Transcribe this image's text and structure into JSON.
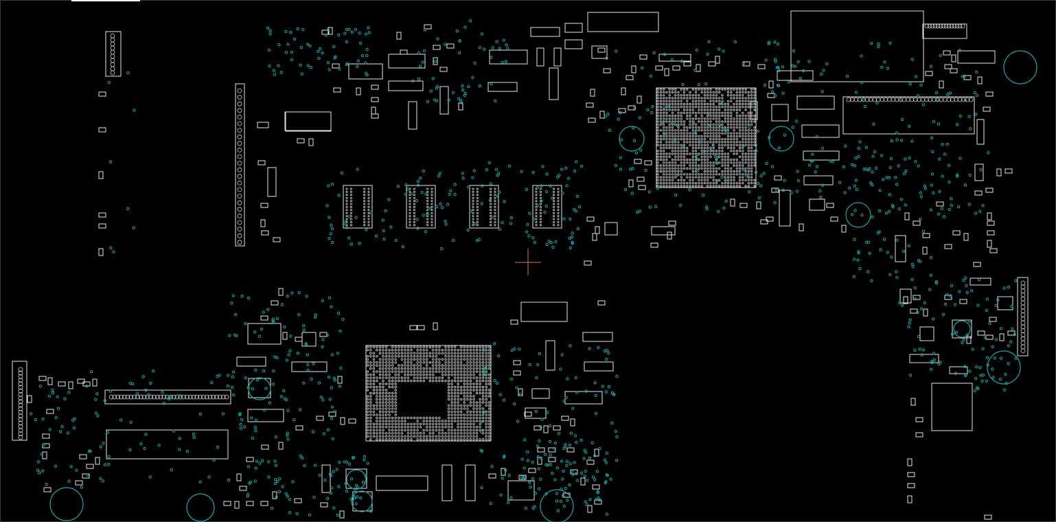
{
  "viewer": {
    "background": "#000000",
    "outline_color": "#e6e6e6",
    "via_color": "#1fa7a7",
    "cursor_color": "#b25a5a",
    "cursor": "crosshair"
  },
  "board": {
    "layer": "top",
    "bga_packages": [
      "cpu-bga",
      "pch-bga"
    ],
    "memory_chips": 4
  }
}
